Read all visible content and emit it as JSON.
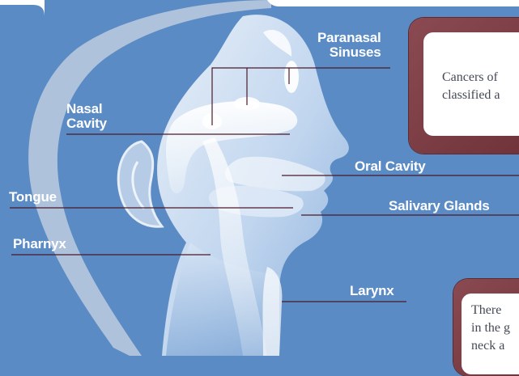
{
  "labels": {
    "paranasal_sinuses_line1": "Paranasal",
    "paranasal_sinuses_line2": "Sinuses",
    "nasal_cavity_line1": "Nasal",
    "nasal_cavity_line2": "Cavity",
    "oral_cavity": "Oral Cavity",
    "tongue": "Tongue",
    "salivary_glands": "Salivary Glands",
    "pharynx": "Pharnyx",
    "larynx": "Larynx"
  },
  "info_box_top": {
    "line1": "Cancers of",
    "line2": "classified a"
  },
  "info_box_bottom": {
    "line1": "There",
    "line2": "in the g",
    "line3": "neck a"
  },
  "colors": {
    "background": "#5b8bc4",
    "leader_line": "#4a1a2a",
    "box_frame": "#7a3d45",
    "label_text": "#ffffff"
  }
}
